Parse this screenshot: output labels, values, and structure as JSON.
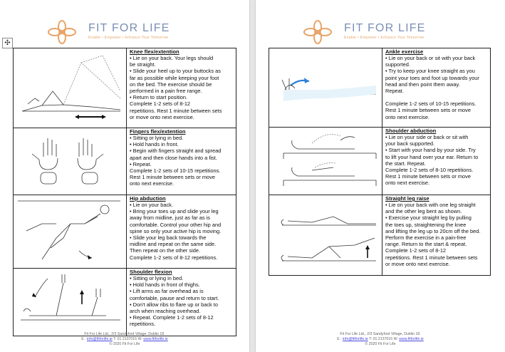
{
  "brand": {
    "name": "FIT FOR LIFE",
    "tagline": "Enable • Empower • Enhance Your Tomorrow"
  },
  "footer": {
    "line1": "Fit For Life Ltd., 2/3 Sandyford Village, Dublin 18.",
    "email_label": "E : ",
    "email": "info@fitforlife.ie",
    "tel": "T: 01 2137015",
    "web_label": "W: ",
    "web": "www.fitforlife.ie",
    "copyright": "© 2020 Fit For Life"
  },
  "page1": [
    {
      "title": "Knee flex/extention",
      "lines": [
        "• Lie on your back. Your legs should",
        "be straight.",
        "• Slide your heel up to your buttocks as",
        "far as possible while keeping your foot",
        "on the bed. The exercise should be",
        "performed in a pain free range.",
        "• Return to start position.",
        "Complete 1-2 sets of 8-12",
        "repetitions. Rest 1 minute between sets",
        "or move onto next exercise."
      ]
    },
    {
      "title": "Fingers flex/extention",
      "lines": [
        "• Sitting or lying in bed.",
        "• Hold hands in front.",
        "• Begin with fingers straight and spread",
        "apart and then close hands into a fist.",
        "• Repeat.",
        "Complete 1-2 sets of 10-15 repetitions.",
        "Rest 1 minute between sets or move",
        "onto next exercise."
      ]
    },
    {
      "title": "Hip abduction",
      "lines": [
        "• Lie on your back.",
        "• Bring your toes up and slide your leg",
        "away from midline, just as far as is",
        "comfortable. Control your other hip and",
        "spine so only your active hip is moving.",
        "• Slide your leg back towards the",
        "midline and repeat on the same side.",
        "Then repeat on the other side.",
        "Complete 1-2 sets of 8-12 repetitions."
      ]
    },
    {
      "title": "Shoulder flexion",
      "lines": [
        "• Sitting or lying in bed.",
        "• Hold hands in front of thighs.",
        "• Lift arms as far overhead as is",
        "comfortable, pause and return to start.",
        "• Don't allow ribs to flare up or back to",
        "arch when reaching overhead.",
        "• Repeat. Complete 1-2 sets of 8-12",
        "repetitions."
      ]
    }
  ],
  "page2": [
    {
      "title": "Ankle exercise",
      "lines": [
        "• Lie on your back or sit with your back",
        "supported.",
        "• Try to keep your knee straight as you",
        "point your toes and foot up towards your",
        "head and then point them away.",
        "Repeat.",
        "",
        "Complete 1-2 sets of 10-15 repetitions.",
        "Rest 1 minute between sets or move",
        "onto next exercise."
      ]
    },
    {
      "title": "Shoulder abduction",
      "lines": [
        "• Lie on your side or back or sit with",
        "your back supported.",
        "• Start with your hand by your side. Try",
        "to lift your hand over your ear. Return to",
        "the start. Repeat.",
        "Complete 1-2 sets of 8-10 repetitions.",
        "Rest 1 minute between sets or move",
        "onto next exercise."
      ]
    },
    {
      "title": "Straight leg raise",
      "lines": [
        "• Lie on your back with one leg straight",
        "and the other leg bent as shown.",
        "• Exercise your straight leg by pulling",
        "the toes up, straightening the knee",
        "and lifting the leg up to 20cm off the bed.",
        "Perform the exercise in a pain-free",
        "range. Return to the start & repeat.",
        "Complete 1-2 sets of 8-12",
        "repetitions. Rest 1 minute between sets",
        "or move onto next exercise."
      ]
    }
  ]
}
